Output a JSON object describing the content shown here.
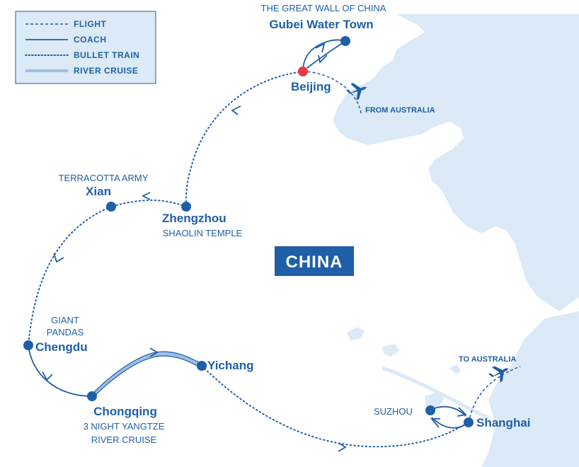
{
  "legend": {
    "flight": "FLIGHT",
    "coach": "COACH",
    "bullet_train": "BULLET TRAIN",
    "river_cruise": "RIVER CRUISE"
  },
  "country": "CHINA",
  "places": {
    "great_wall": "THE GREAT WALL OF CHINA",
    "gubei": "Gubei Water Town",
    "beijing": "Beijing",
    "from_australia": "FROM AUSTRALIA",
    "terracotta": "TERRACOTTA ARMY",
    "xian": "Xian",
    "zhengzhou": "Zhengzhou",
    "shaolin": "SHAOLIN TEMPLE",
    "giant": "GIANT",
    "pandas": "PANDAS",
    "chengdu": "Chengdu",
    "yichang": "Yichang",
    "chongqing": "Chongqing",
    "cruise_line1": "3 NIGHT YANGTZE",
    "cruise_line2": "RIVER CRUISE",
    "suzhou": "SUZHOU",
    "shanghai": "Shanghai",
    "to_australia": "TO AUSTRALIA"
  },
  "colors": {
    "sea": "#dce9f6",
    "land": "#ffffff",
    "route": "#1f5fa8",
    "cruise": "#9fbfe3",
    "start_marker": "#e53945",
    "country_box": "#1f5fa8"
  }
}
